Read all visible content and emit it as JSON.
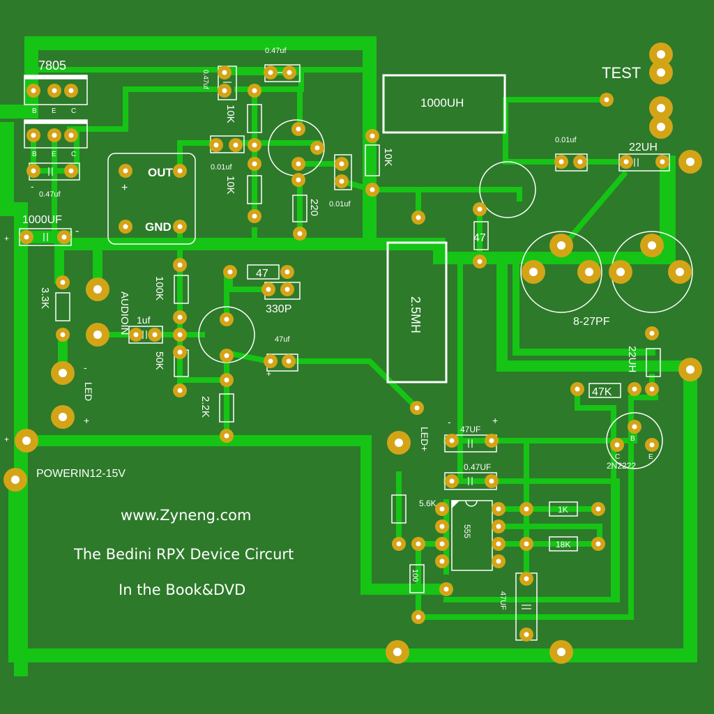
{
  "board": {
    "website": "www.Zyneng.com",
    "title_line1": "The Bedini RPX Device Circurt",
    "title_line2": "In the Book&DVD",
    "power_label": "POWERIN12-15V",
    "test_label": "TEST"
  },
  "regulator": {
    "part": "7805",
    "pin_b": "B",
    "pin_e": "E",
    "pin_c": "C",
    "out_label": "OUT",
    "gnd_label": "GND",
    "plus": "+"
  },
  "labels": {
    "c_047uf_left": "0.47uf",
    "c_047uf_top": "0.47uf",
    "c_047uf_vert": "0.47uf",
    "c_001uf_mid": "0.01uf",
    "c_001uf_low": "0.01uf",
    "c_001uf_right": "0.01uf",
    "c_1000uf": "1000UF",
    "r_10k_a": "10K",
    "r_10k_b": "10K",
    "r_10k_c": "10K",
    "r_220": "220",
    "l_1000uh": "1000UH",
    "l_22uh_top": "22UH",
    "l_22uh_side": "22UH",
    "r_47_vert": "47",
    "r_47_box": "47",
    "c_330p": "330P",
    "c_47uf_mid": "47uf",
    "c_1uf": "1uf",
    "audio_in": "AUDIOIN",
    "r_100k": "100K",
    "r_50k": "50K",
    "r_2_2k": "2.2K",
    "r_3_3k": "3.3K",
    "led_left": "LED",
    "led_right": "LED+",
    "l_2_5mh": "2.5MH",
    "c_trim": "8-27PF",
    "r_47k": "47K",
    "q_2n2222": "2N2222",
    "c_47uf_low": "47UF",
    "c_047uf_low": "0.47UF",
    "r_5_6k": "5.6K",
    "ic_555": "555",
    "r_1k": "1K",
    "r_18k": "18K",
    "r_100": "100",
    "c_47uf_vert": "47UF",
    "plus": "+",
    "minus": "-",
    "pin_b": "B",
    "pin_c": "C",
    "pin_e": "E"
  },
  "colors": {
    "board": "#2d7a2a",
    "trace": "#16c416",
    "pad": "#d4a417",
    "silk": "#ffffff"
  }
}
